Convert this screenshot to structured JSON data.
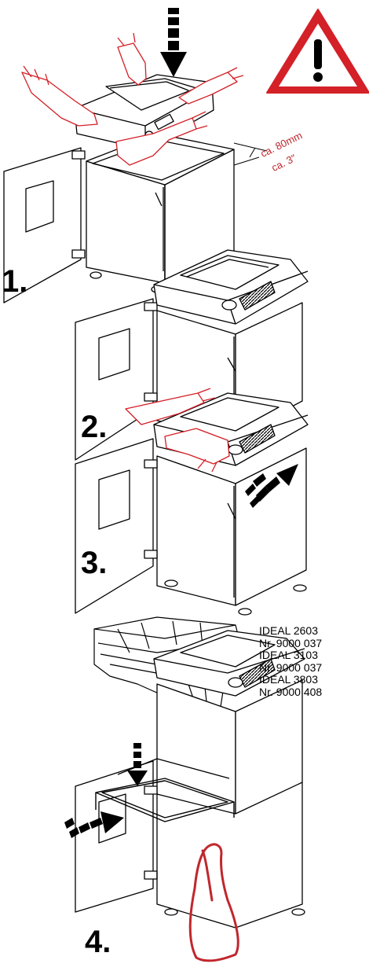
{
  "steps": [
    {
      "label": "1."
    },
    {
      "label": "2."
    },
    {
      "label": "3."
    },
    {
      "label": "4."
    }
  ],
  "dimension": {
    "line1": "ca. 80mm",
    "line2": "ca. 3\""
  },
  "models": [
    "IDEAL 2603",
    "Nr. 9000 037",
    "IDEAL 3103",
    "Nr. 9000 037",
    "IDEAL 3803",
    "Nr. 9000 408"
  ],
  "colors": {
    "warning_red": "#d42027",
    "dimension_red": "#c0272d",
    "hand_red": "#d42027",
    "strap_red": "#c0272d"
  },
  "icons": [
    "warning-triangle-icon",
    "down-arrow-icon",
    "push-arrow-icon"
  ]
}
